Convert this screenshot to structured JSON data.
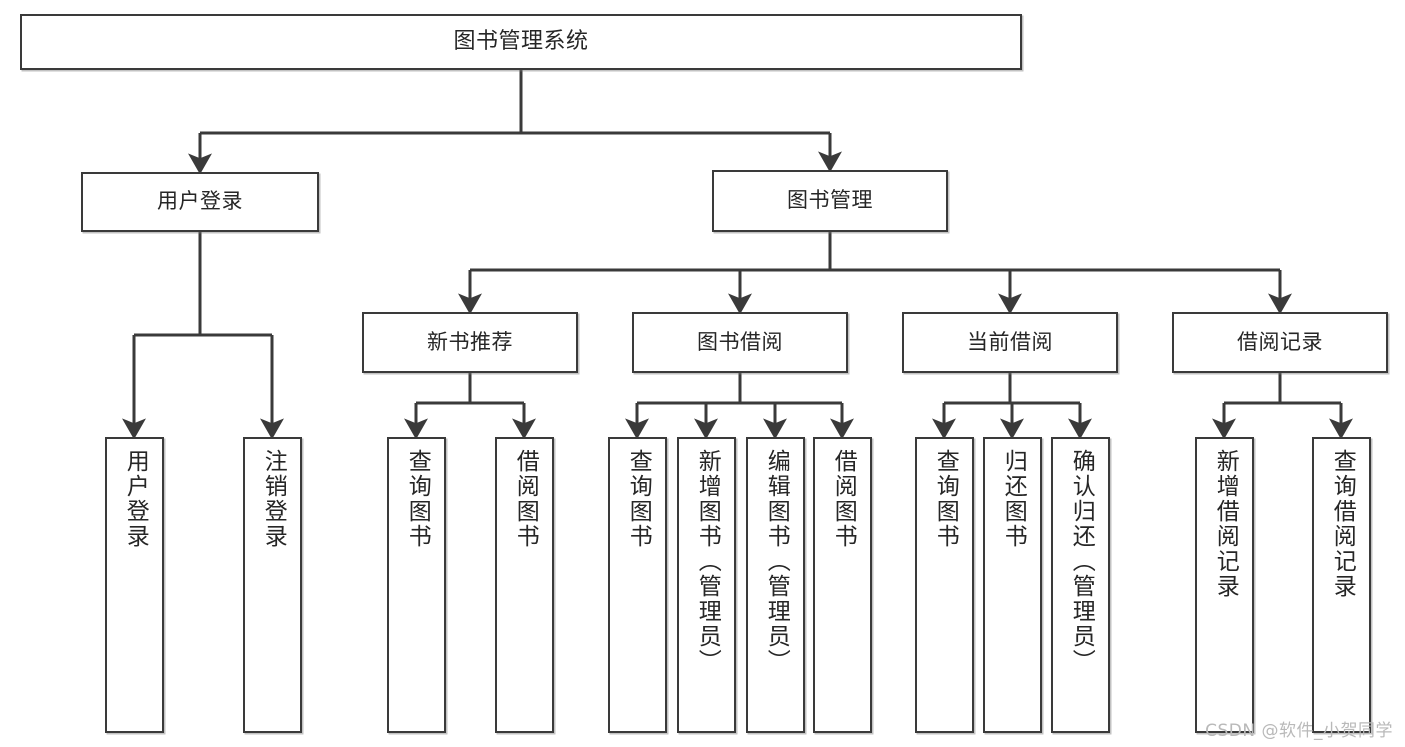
{
  "diagram": {
    "title": "图书管理系统",
    "type": "hierarchy-tree",
    "line_color": "#3a3a3a",
    "box_fill": "#ffffff",
    "text_color": "#262626"
  },
  "nodes": {
    "root": {
      "label": "图书管理系统"
    },
    "level1": [
      {
        "label": "用户登录"
      },
      {
        "label": "图书管理"
      }
    ],
    "level2": [
      {
        "label": "新书推荐"
      },
      {
        "label": "图书借阅"
      },
      {
        "label": "当前借阅"
      },
      {
        "label": "借阅记录"
      }
    ],
    "leaves": {
      "user_login": [
        {
          "label": "用户登录"
        },
        {
          "label": "注销登录"
        }
      ],
      "new_book": [
        {
          "label": "查询图书"
        },
        {
          "label": "借阅图书"
        }
      ],
      "book_borrow": [
        {
          "label": "查询图书"
        },
        {
          "label": "新增图书（管理员）"
        },
        {
          "label": "编辑图书（管理员）"
        },
        {
          "label": "借阅图书"
        }
      ],
      "current_borrow": [
        {
          "label": "查询图书"
        },
        {
          "label": "归还图书"
        },
        {
          "label": "确认归还（管理员）"
        }
      ],
      "borrow_record": [
        {
          "label": "新增借阅记录"
        },
        {
          "label": "查询借阅记录"
        }
      ]
    }
  },
  "watermark": {
    "text": "CSDN @软件_小贺同学"
  }
}
